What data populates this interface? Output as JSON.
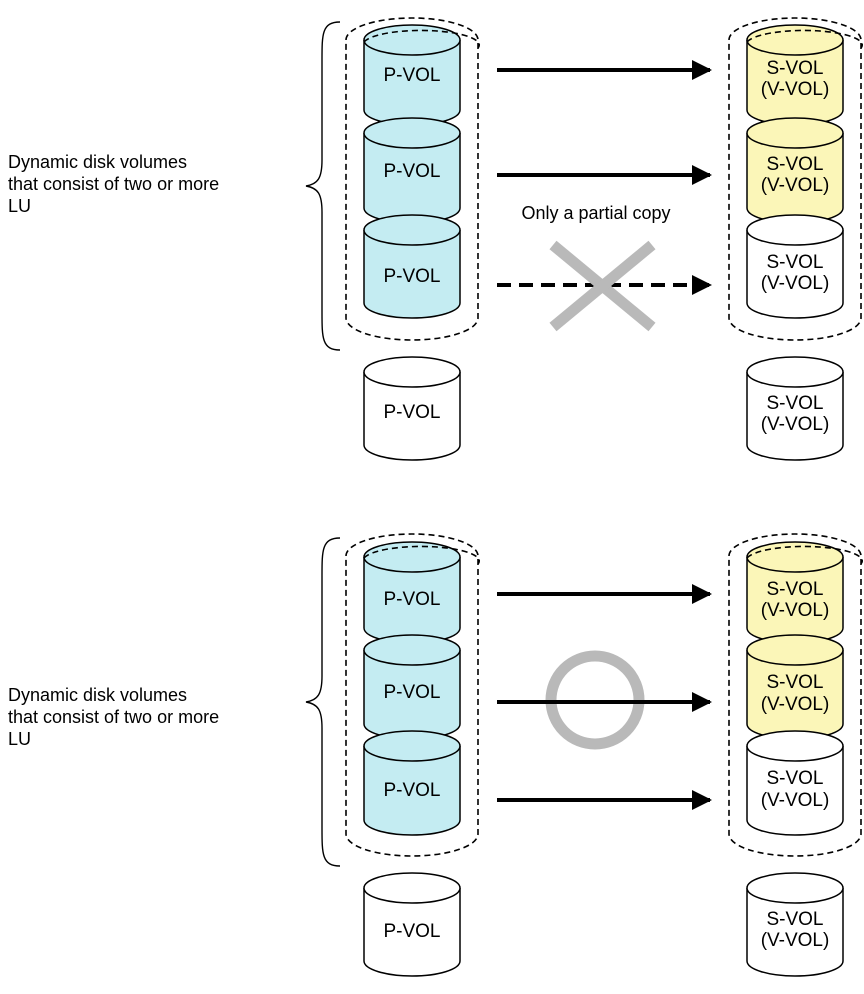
{
  "colors": {
    "pvol_fill": "#c4ecf2",
    "svol_fill": "#fbf6b8",
    "plain_fill": "#ffffff",
    "outline": "#000000",
    "mark": "#b9b9b9"
  },
  "icons": {
    "cross_mark": "x-mark",
    "circle_mark": "circle-mark"
  },
  "diagram": {
    "top": {
      "group_label": "Dynamic disk volumes\nthat consist of two or more\nLU",
      "note": "Only a partial copy",
      "pvols": [
        {
          "label": "P-VOL",
          "fill": "blue"
        },
        {
          "label": "P-VOL",
          "fill": "blue"
        },
        {
          "label": "P-VOL",
          "fill": "blue"
        }
      ],
      "svols": [
        {
          "line1": "S-VOL",
          "line2": "(V-VOL)",
          "fill": "yellow"
        },
        {
          "line1": "S-VOL",
          "line2": "(V-VOL)",
          "fill": "yellow"
        },
        {
          "line1": "S-VOL",
          "line2": "(V-VOL)",
          "fill": "white"
        }
      ],
      "arrows": [
        "solid",
        "solid",
        "dashed"
      ],
      "standalone_pvol": "P-VOL",
      "standalone_svol": {
        "line1": "S-VOL",
        "line2": "(V-VOL)"
      }
    },
    "bottom": {
      "group_label": "Dynamic disk volumes\nthat consist of two or more\nLU",
      "pvols": [
        {
          "label": "P-VOL",
          "fill": "blue"
        },
        {
          "label": "P-VOL",
          "fill": "blue"
        },
        {
          "label": "P-VOL",
          "fill": "blue"
        }
      ],
      "svols": [
        {
          "line1": "S-VOL",
          "line2": "(V-VOL)",
          "fill": "yellow"
        },
        {
          "line1": "S-VOL",
          "line2": "(V-VOL)",
          "fill": "yellow"
        },
        {
          "line1": "S-VOL",
          "line2": "(V-VOL)",
          "fill": "white"
        }
      ],
      "arrows": [
        "solid",
        "solid",
        "solid"
      ],
      "standalone_pvol": "P-VOL",
      "standalone_svol": {
        "line1": "S-VOL",
        "line2": "(V-VOL)"
      }
    }
  }
}
